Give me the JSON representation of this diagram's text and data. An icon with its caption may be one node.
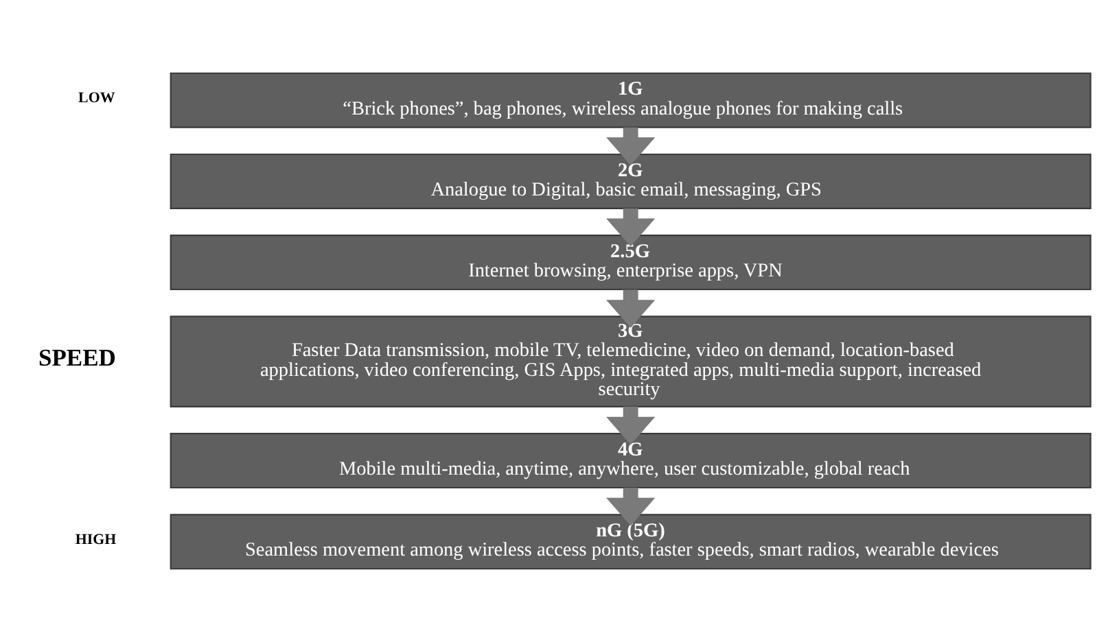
{
  "diagram": {
    "nodes": [
      {
        "text": [
          "1G",
          "“Brick phones”, bag phones, wireless analogue phones for making calls"
        ]
      },
      {
        "text": [
          "2G",
          "Analogue to Digital, basic email, messaging, GPS"
        ]
      },
      {
        "text": [
          "2.5G",
          "Internet browsing, enterprise apps, VPN"
        ]
      },
      {
        "text": [
          "3G",
          "Faster Data transmission, mobile TV, telemedicine, video on demand, location-based applications, video conferencing, GIS Apps, integrated apps, multi-media support, increased security"
        ]
      },
      {
        "text": [
          "4G",
          "Mobile multi-media, anytime, anywhere, user customizable, global reach"
        ]
      },
      {
        "text": [
          "nG (5G)",
          "Seamless movement among wireless access points, faster speeds, smart radios, wearable devices"
        ]
      }
    ],
    "edges": [
      {
        "from": 0,
        "to": 1,
        "arrow": "to"
      },
      {
        "from": 1,
        "to": 2,
        "arrow": "to"
      },
      {
        "from": 2,
        "to": 3,
        "arrow": "to"
      },
      {
        "from": 3,
        "to": 4,
        "arrow": "to"
      },
      {
        "from": 4,
        "to": 5,
        "arrow": "to"
      }
    ],
    "labels": [
      "LOW",
      "SPEED",
      "HIGH"
    ]
  }
}
